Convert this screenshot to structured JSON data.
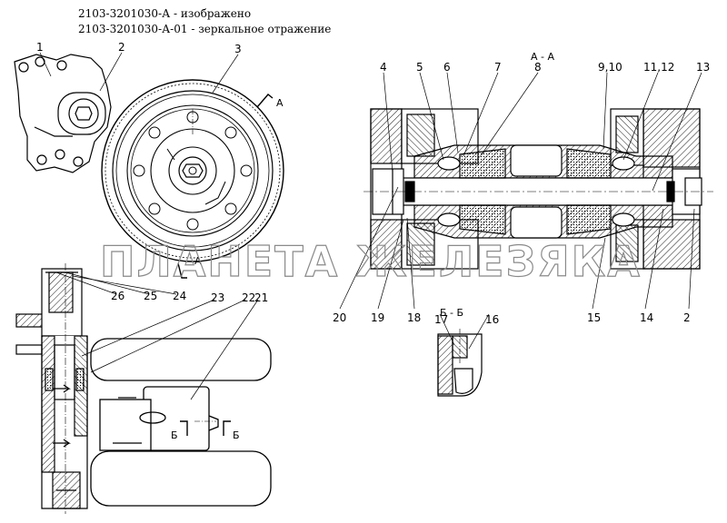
{
  "captions": {
    "line1": "2103-3201030-А - изображено",
    "line2": "2103-3201030-А-01 - зеркальное отражение"
  },
  "watermark": "ПЛАНЕТА ЖЕЛЕЗЯКА",
  "sections": {
    "aa": "А - А",
    "bb": "Б - Б",
    "a": "А",
    "b": "Б"
  },
  "callouts": [
    "1",
    "2",
    "3",
    "4",
    "5",
    "6",
    "7",
    "8",
    "9,10",
    "11,12",
    "13",
    "14",
    "15",
    "2",
    "16",
    "17",
    "18",
    "19",
    "20",
    "21",
    "22",
    "23",
    "24",
    "25",
    "26"
  ]
}
